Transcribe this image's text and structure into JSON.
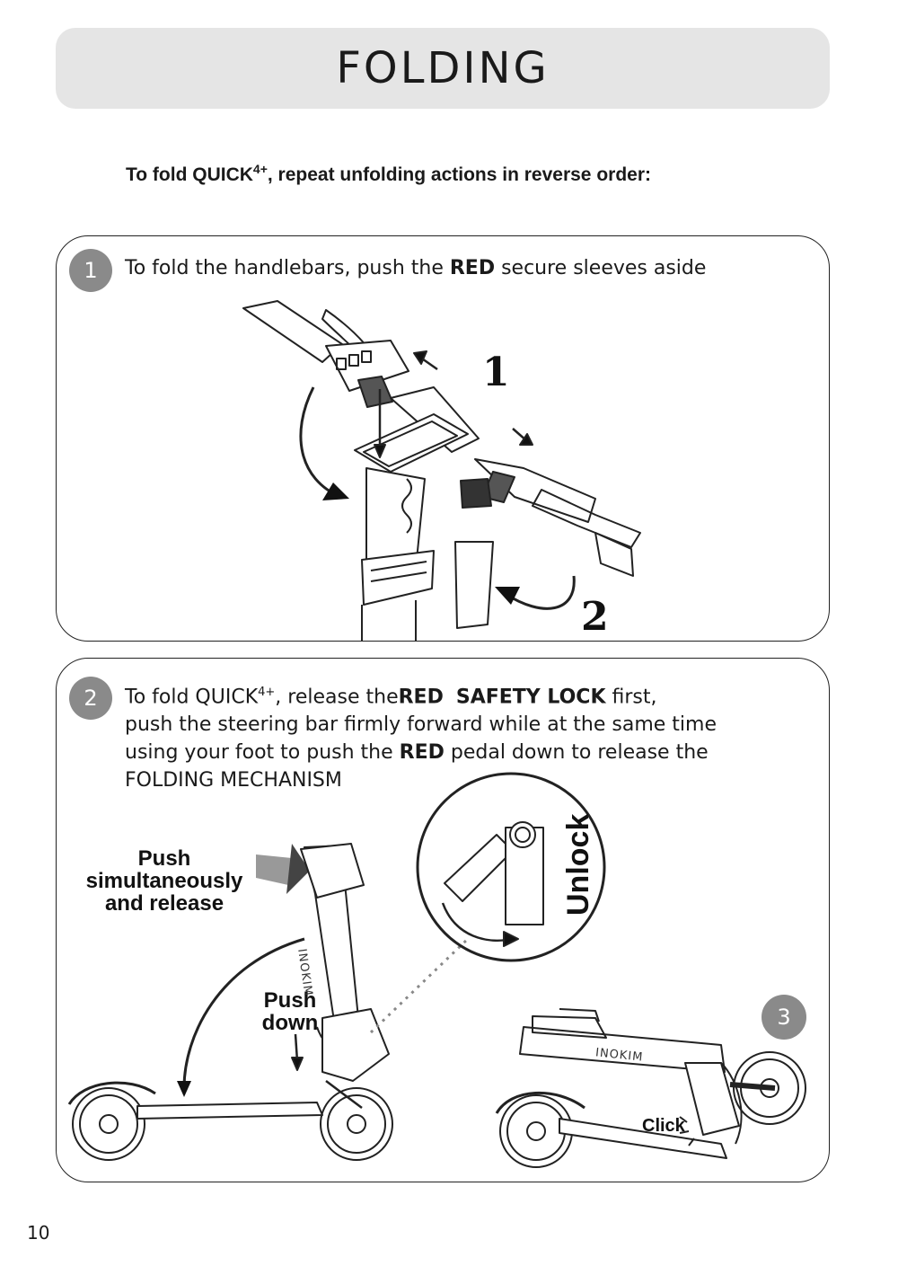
{
  "header": {
    "title": "FOLDING"
  },
  "intro": {
    "prefix": "To fold QUICK",
    "sup": "4+",
    "suffix": ", repeat unfolding actions in reverse order:"
  },
  "step1": {
    "number": "1",
    "text_before": "To fold the handlebars, push the ",
    "text_bold": "RED",
    "text_after": " secure sleeves aside",
    "marker_1": "1",
    "marker_2": "2"
  },
  "step2": {
    "number": "2",
    "line1_a": "To fold QUICK",
    "line1_sup": "4+",
    "line1_b": ", release the",
    "line1_bold1": "RED",
    "line1_bold2": "SAFETY LOCK",
    "line1_c": " first,",
    "line2": "push the steering bar firmly forward while at the same time",
    "line3_a": "using your foot to push the ",
    "line3_bold": "RED",
    "line3_b": " pedal down to release the",
    "line4": "FOLDING MECHANISM",
    "callout_push": [
      "Push",
      "simultaneously",
      "and release"
    ],
    "callout_down": [
      "Push",
      "down"
    ],
    "unlock_label": "Unlock",
    "brand_label": "INOKIM",
    "click_label": "Click",
    "step3_number": "3"
  },
  "footer": {
    "page_number": "10"
  }
}
